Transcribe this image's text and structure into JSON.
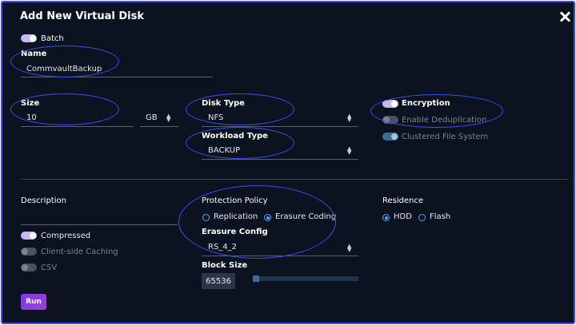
{
  "dialog": {
    "title": "Add New Virtual Disk"
  },
  "batch": {
    "label": "Batch"
  },
  "name": {
    "label": "Name",
    "value": "CommvaultBackup"
  },
  "size": {
    "label": "Size",
    "value": "10",
    "unit": "GB"
  },
  "disk_type": {
    "label": "Disk Type",
    "value": "NFS"
  },
  "workload_type": {
    "label": "Workload Type",
    "value": "BACKUP"
  },
  "toggles": {
    "encryption": "Encryption",
    "dedup": "Enable Deduplication",
    "clustered": "Clustered File System",
    "compressed": "Compressed",
    "client_caching": "Client-side Caching",
    "csv": "CSV"
  },
  "description": {
    "label": "Description",
    "value": ""
  },
  "protection": {
    "label": "Protection Policy",
    "options": [
      "Replication",
      "Erasure Coding"
    ],
    "selected": "Erasure Coding"
  },
  "erasure": {
    "label": "Erasure Config",
    "value": "RS_4_2"
  },
  "residence": {
    "label": "Residence",
    "options": [
      "HDD",
      "Flash"
    ],
    "selected": "HDD"
  },
  "block_size": {
    "label": "Block Size",
    "value": "65536"
  },
  "run": {
    "label": "Run"
  },
  "colors": {
    "accent": "#3b4ff0",
    "background": "#0b1320",
    "radio": "#4aa3ff",
    "button": "#8a3de0"
  }
}
